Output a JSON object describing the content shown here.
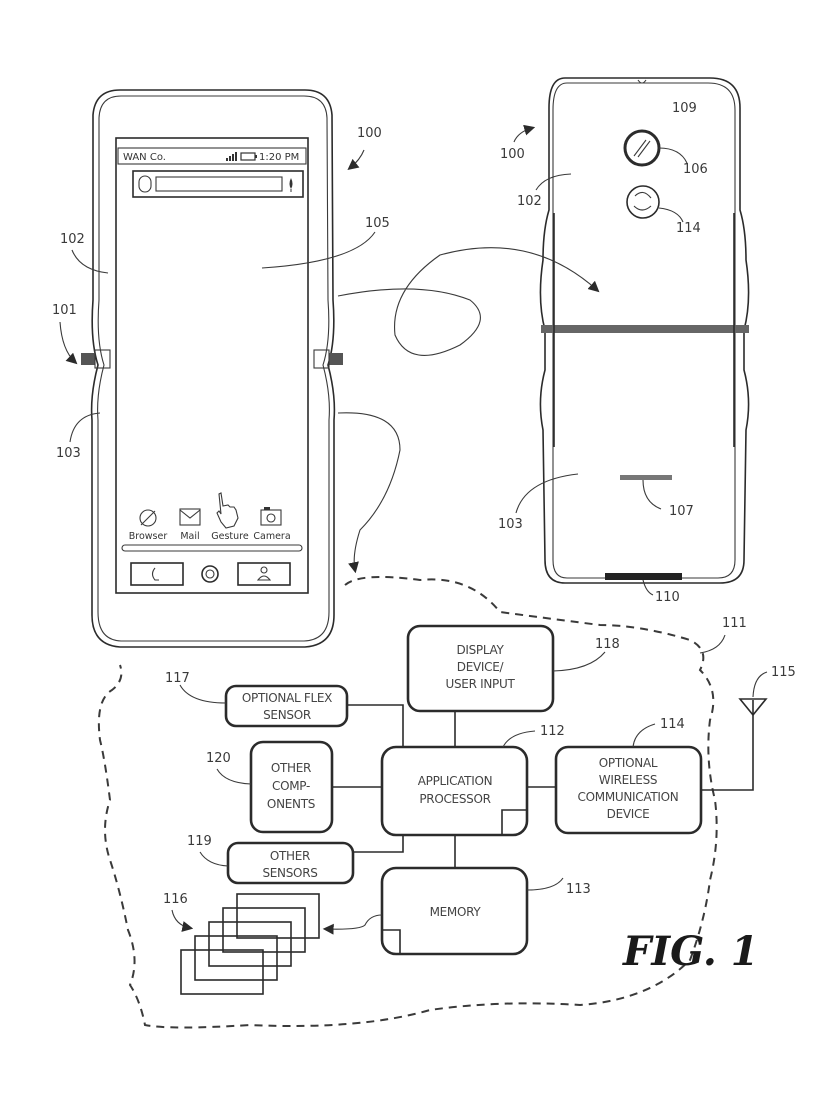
{
  "figure": {
    "label": "FIG. 1",
    "colors": {
      "line": "#2b2b2b",
      "text": "#3a3a3a",
      "background": "#ffffff"
    }
  },
  "front_device": {
    "status_bar": {
      "carrier": "WAN Co.",
      "time": "1:20 PM",
      "icons": [
        "signal-icon",
        "battery-icon"
      ]
    },
    "search_bar": {
      "icons": [
        "search-circle-icon",
        "microphone-icon"
      ]
    },
    "apps": [
      {
        "label": "Browser",
        "icon": "globe-icon"
      },
      {
        "label": "Mail",
        "icon": "envelope-icon"
      },
      {
        "label": "Gesture",
        "icon": "hand-pointer-icon"
      },
      {
        "label": "Camera",
        "icon": "camera-icon"
      }
    ],
    "nav_buttons": [
      "phone-icon",
      "home-icon",
      "contact-icon"
    ]
  },
  "reference_numerals": {
    "front_100": "100",
    "front_101": "101",
    "front_102": "102",
    "front_103": "103",
    "front_105": "105",
    "back_100": "100",
    "back_102": "102",
    "back_103": "103",
    "back_106": "106",
    "back_107": "107",
    "back_109": "109",
    "back_110": "110",
    "back_114": "114",
    "n111": "111",
    "n112": "112",
    "n113": "113",
    "n114": "114",
    "n115": "115",
    "n116": "116",
    "n117": "117",
    "n118": "118",
    "n119": "119",
    "n120": "120"
  },
  "blocks": {
    "display": [
      "DISPLAY",
      "DEVICE/",
      "USER INPUT"
    ],
    "flex_sensor": [
      "OPTIONAL FLEX",
      "SENSOR"
    ],
    "other_components": [
      "OTHER",
      "COMP-",
      "ONENTS"
    ],
    "processor": [
      "APPLICATION",
      "PROCESSOR"
    ],
    "wireless": [
      "OPTIONAL",
      "WIRELESS",
      "COMMUNICATION",
      "DEVICE"
    ],
    "other_sensors": [
      "OTHER",
      "SENSORS"
    ],
    "memory": [
      "MEMORY"
    ]
  }
}
